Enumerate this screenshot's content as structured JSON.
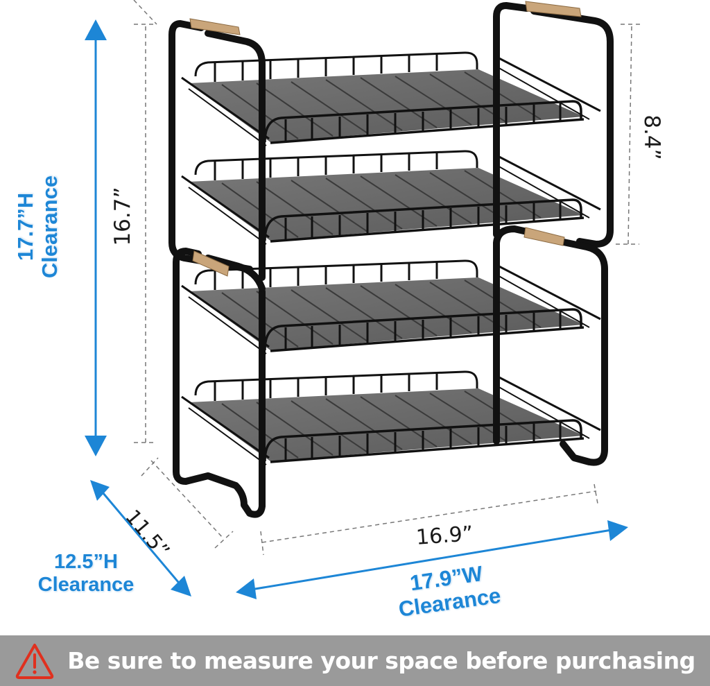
{
  "dimensions": {
    "height_clearance": {
      "value": "17.7”H",
      "caption": "Clearance"
    },
    "height_product": {
      "value": "16.7”"
    },
    "tier_height": {
      "value": "8.4”"
    },
    "depth_product": {
      "value": "11.5”"
    },
    "depth_clearance": {
      "value": "12.5”H",
      "caption": "Clearance"
    },
    "width_product": {
      "value": "16.9”"
    },
    "width_clearance": {
      "value": "17.9”W",
      "caption": "Clearance"
    }
  },
  "product": {
    "description": "4-tier black metal stackable pull-out shelf rack with wooden handles",
    "tiers": 4
  },
  "banner": {
    "icon": "warning-triangle-icon",
    "text": "Be sure to measure your space before purchasing"
  },
  "colors": {
    "arrow_blue": "#1d86d6",
    "banner_gray": "#9a9a9a",
    "warning_red": "#e0301e",
    "frame_black": "#111111",
    "shelf_gray": "#5c5c5c",
    "wood": "#c9a57a"
  }
}
